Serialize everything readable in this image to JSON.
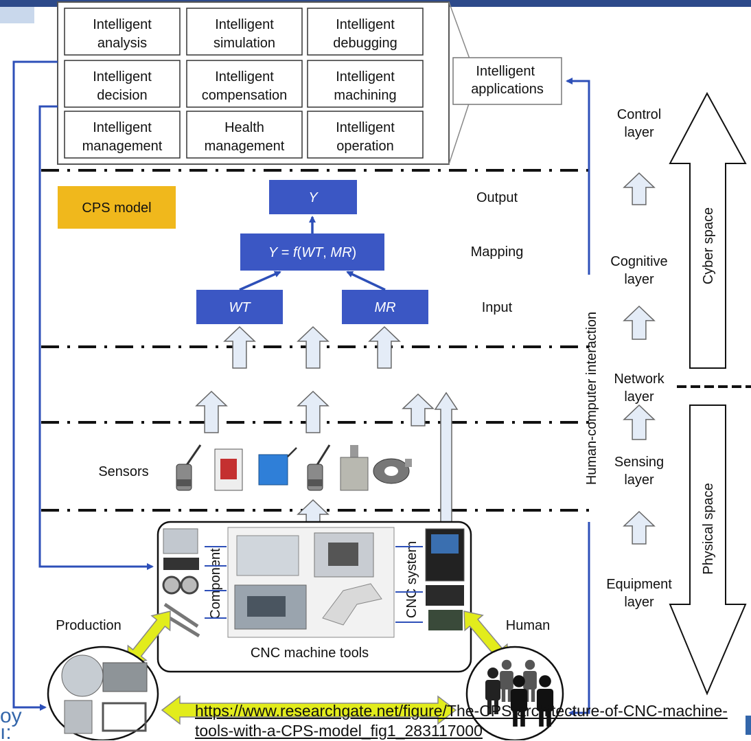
{
  "apps_grid": [
    [
      "Intelligent\nanalysis",
      "Intelligent\nsimulation",
      "Intelligent\ndebugging"
    ],
    [
      "Intelligent\ndecision",
      "Intelligent\ncompensation",
      "Intelligent\nmachining"
    ],
    [
      "Intelligent\nmanagement",
      "Health\nmanagement",
      "Intelligent\noperation"
    ]
  ],
  "intelligent_applications": "Intelligent\napplications",
  "cps_model": "CPS model",
  "output_box": "Y",
  "mapping_box": "Y = f(WT, MR)",
  "input_boxes": [
    "WT",
    "MR"
  ],
  "row_labels": {
    "output": "Output",
    "mapping": "Mapping",
    "input": "Input",
    "sensors": "Sensors"
  },
  "layers": [
    "Control\nlayer",
    "Cognitive\nlayer",
    "Network\nlayer",
    "Sensing\nlayer",
    "Equipment\nlayer"
  ],
  "space_labels": {
    "cyber": "Cyber space",
    "physical": "Physical space"
  },
  "hci_label": "Human-computer interaction",
  "machine": {
    "component": "Component",
    "cnc_system": "CNC system",
    "caption": "CNC machine tools"
  },
  "production": "Production",
  "human": "Human",
  "url": "https://www.researchgate.net/figure/The-CPS-architecture-of-CNC-machine-tools-with-a-CPS-model_fig1_283117000",
  "colors": {
    "box_blue": "#3b57c4",
    "line_blue": "#2d4fb8",
    "cps_orange": "#f0b81c",
    "arrow_yellow": "#e2ec1c",
    "light_arrow": "#e4ecf7"
  }
}
